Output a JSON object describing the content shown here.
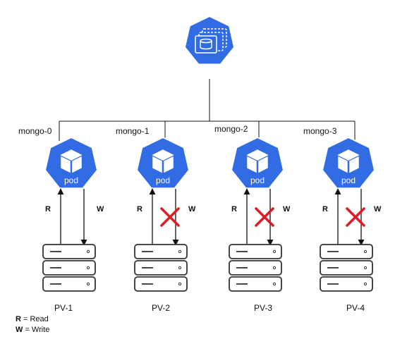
{
  "statefulset": {
    "label": "sts",
    "icon": "statefulset-icon"
  },
  "pods": [
    {
      "name": "mongo-0",
      "label": "pod",
      "volume": "PV-1",
      "read": "R",
      "write": "W",
      "write_blocked": false
    },
    {
      "name": "mongo-1",
      "label": "pod",
      "volume": "PV-2",
      "read": "R",
      "write": "W",
      "write_blocked": true
    },
    {
      "name": "mongo-2",
      "label": "pod",
      "volume": "PV-3",
      "read": "R",
      "write": "W",
      "write_blocked": true
    },
    {
      "name": "mongo-3",
      "label": "pod",
      "volume": "PV-4",
      "read": "R",
      "write": "W",
      "write_blocked": true
    }
  ],
  "legend": {
    "read_key": "R",
    "read_text": " = Read",
    "write_key": "W",
    "write_text": " = Write"
  },
  "colors": {
    "k8s_blue": "#326CE5",
    "block_red": "#E01B24",
    "line": "#111111",
    "server_border": "#333333"
  }
}
